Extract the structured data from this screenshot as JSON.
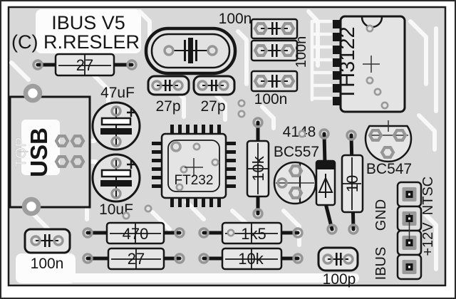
{
  "title": {
    "line1": "IBUS V5",
    "line2": "(C) R.RESLER"
  },
  "labels": {
    "r27_top": "27",
    "c100n_top": "100n",
    "c100n_mid": "100n",
    "c100n_bot": "100n",
    "c47uf": "47uF",
    "c10uf": "10uF",
    "c27p_a": "27p",
    "c27p_b": "27p",
    "th3122": "TH3122",
    "top": "TOP",
    "usb": "USB",
    "ft232": "FT232",
    "r10k_v": "10k",
    "d4148": "4148",
    "bc557": "BC557",
    "bc547": "BC547",
    "r10": "10",
    "r470": "470",
    "r27_bot": "27",
    "r1k5": "1k5",
    "r10k_h": "10k",
    "c100n_bl": "100n",
    "c100p": "100p"
  },
  "header": {
    "ibus": "IBUS",
    "gnd": "GND",
    "p12v": "+12V",
    "ntsc": "NTSC"
  },
  "colors": {
    "board": "#d8d8d8",
    "trace": "#f8f8f8",
    "pad": "#969696",
    "silkscreen": "#161616",
    "component_fill": "#e6e6e6",
    "frame": "#2a2a2a"
  }
}
